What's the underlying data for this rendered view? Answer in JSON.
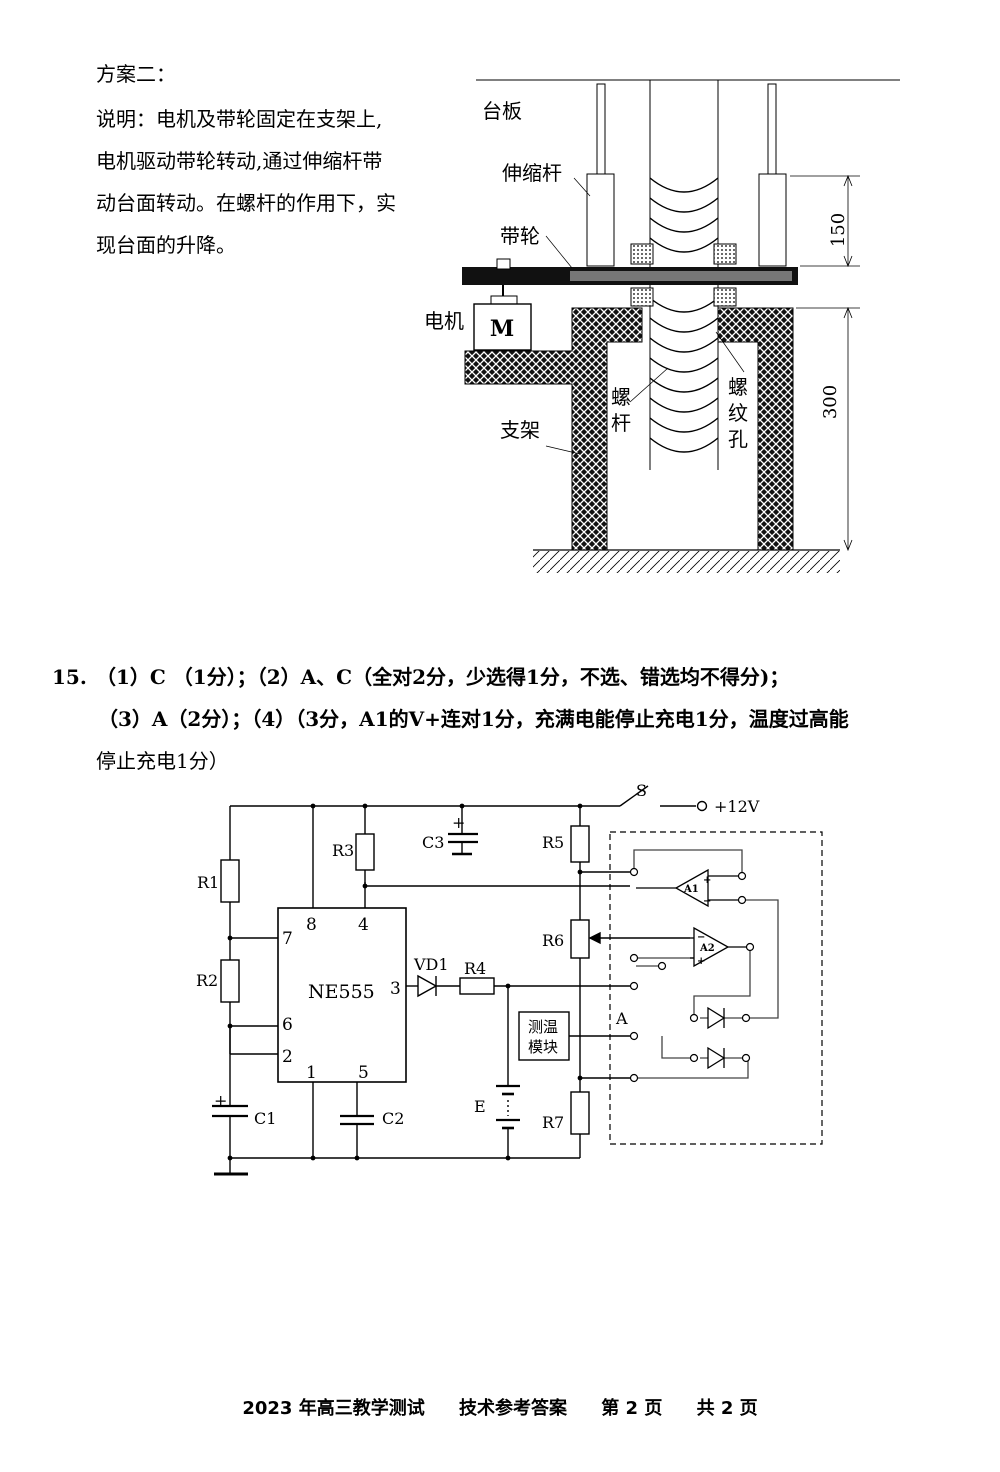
{
  "scheme": {
    "title": "方案二：",
    "description": "说明：电机及带轮固定在支架上,电机驱动带轮转动,通过伸缩杆带动台面转动。在螺杆的作用下，实现台面的升降。"
  },
  "mech": {
    "platform_label": "台板",
    "rod_label": "伸缩杆",
    "pulley_label": "带轮",
    "motor_label": "电机",
    "motor_symbol": "M",
    "bracket_label": "支架",
    "screw_label_1": "螺",
    "screw_label_2": "杆",
    "hole_label_1": "螺",
    "hole_label_2": "纹",
    "hole_label_3": "孔",
    "dim_upper": "150",
    "dim_lower": "300"
  },
  "q15": {
    "number": "15.",
    "line1": "（1）C （1分）；（2）A、C（全对2分，少选得1分，不选、错选均不得分)；",
    "line2": "（3）A（2分）；（4）（3分，A1的V+连对1分，充满电能停止充电1分，温度过高能",
    "line3": "停止充电1分）"
  },
  "circuit": {
    "switch": "S",
    "supply": "+12V",
    "r1": "R1",
    "r2": "R2",
    "r3": "R3",
    "r4": "R4",
    "r5": "R5",
    "r6": "R6",
    "r7": "R7",
    "c1": "C1",
    "c2": "C2",
    "c3": "C3",
    "chip": "NE555",
    "pin8": "8",
    "pin4": "4",
    "pin7": "7",
    "pin6": "6",
    "pin2": "2",
    "pin3": "3",
    "pin1": "1",
    "pin5": "5",
    "vd1": "VD1",
    "battery": "E",
    "temp_module_1": "测温",
    "temp_module_2": "模块",
    "node_a": "A",
    "op1": "A1",
    "op2": "A2",
    "plus": "+",
    "minus": "−"
  },
  "footer": {
    "exam": "2023 年高三教学测试",
    "subject": "技术参考答案",
    "page": "第 2 页",
    "total": "共 2 页"
  }
}
